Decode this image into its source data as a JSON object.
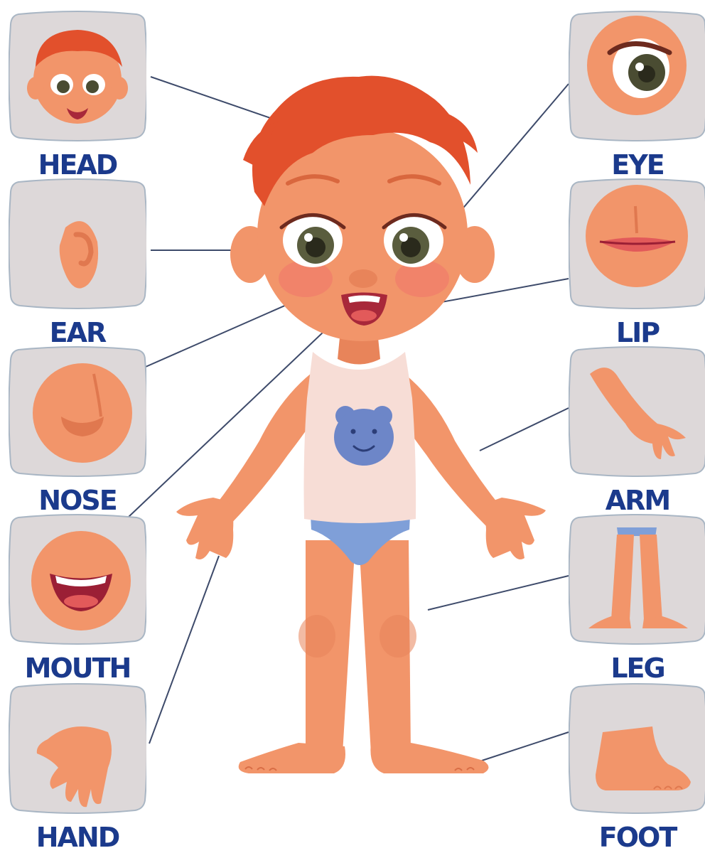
{
  "parts": [
    {
      "key": "head",
      "label": "HEAD",
      "side": "left",
      "row": 0,
      "icon": "head-icon"
    },
    {
      "key": "ear",
      "label": "EAR",
      "side": "left",
      "row": 1,
      "icon": "ear-icon"
    },
    {
      "key": "nose",
      "label": "NOSE",
      "side": "left",
      "row": 2,
      "icon": "nose-icon"
    },
    {
      "key": "mouth",
      "label": "MOUTH",
      "side": "left",
      "row": 3,
      "icon": "mouth-icon"
    },
    {
      "key": "hand",
      "label": "HAND",
      "side": "left",
      "row": 4,
      "icon": "hand-icon"
    },
    {
      "key": "eye",
      "label": "EYE",
      "side": "right",
      "row": 0,
      "icon": "eye-icon"
    },
    {
      "key": "lip",
      "label": "LIP",
      "side": "right",
      "row": 1,
      "icon": "lip-icon"
    },
    {
      "key": "arm",
      "label": "ARM",
      "side": "right",
      "row": 2,
      "icon": "arm-icon"
    },
    {
      "key": "leg",
      "label": "LEG",
      "side": "right",
      "row": 3,
      "icon": "leg-icon"
    },
    {
      "key": "foot",
      "label": "FOOT",
      "side": "right",
      "row": 4,
      "icon": "foot-icon"
    }
  ],
  "colors": {
    "label": "#1b3a8c",
    "card_fill": "#ddd8d9",
    "card_edge": "#a9b6c4",
    "skin": "#f2956a",
    "skin_dark": "#e0784f",
    "hair": "#e2502c",
    "shirt": "#f7ddd6",
    "bear": "#6d86c8",
    "briefs": "#7f9fd8",
    "line": "#3d4a6a"
  }
}
